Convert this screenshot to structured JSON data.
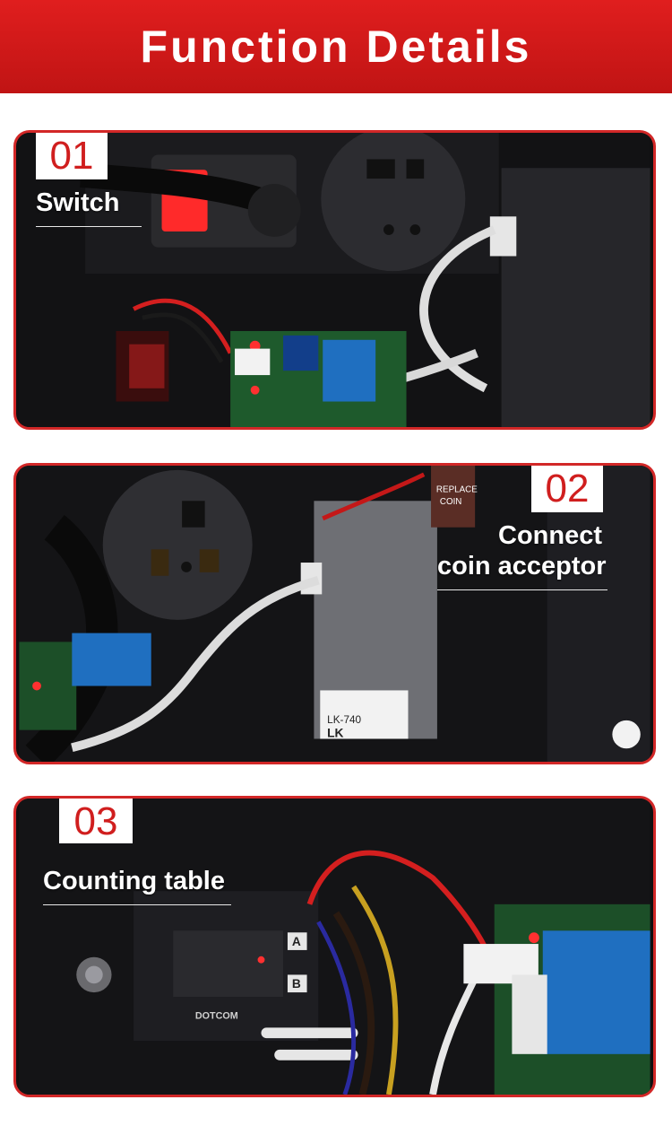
{
  "header": {
    "title": "Function Details"
  },
  "sections": [
    {
      "number": "01",
      "label": "Switch"
    },
    {
      "number": "02",
      "label_line1": "Connect",
      "label_line2": "coin acceptor"
    },
    {
      "number": "03",
      "label": "Counting table"
    }
  ],
  "photo_text": {
    "coin_acceptor_model": "LK-740",
    "coin_acceptor_brand": "LK",
    "sticker_replace": "REPLACE",
    "sticker_coin": "COIN",
    "counter_brand": "DOTCOM",
    "counter_button_a": "A",
    "counter_button_b": "B"
  },
  "colors": {
    "accent_red": "#d22727",
    "banner_red": "#d41c1c",
    "text_white": "#ffffff"
  }
}
